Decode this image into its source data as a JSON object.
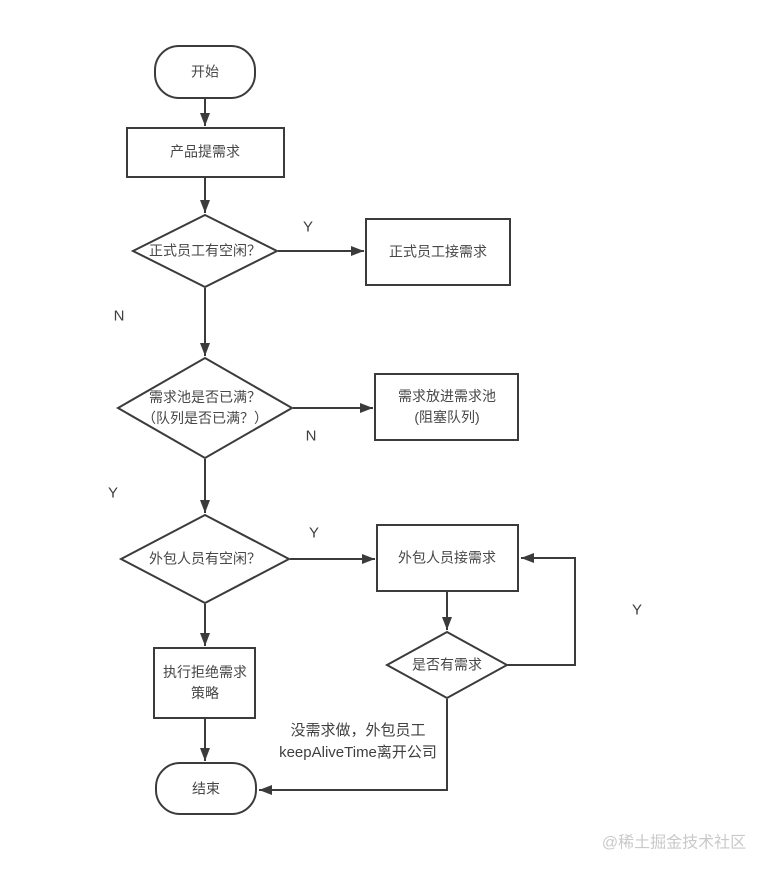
{
  "diagram": {
    "title_hint": "thread-pool analogy flowchart",
    "colors": {
      "stroke": "#3b3b3b",
      "text": "#474747",
      "watermark": "#c9c9c9",
      "background": "#ffffff"
    },
    "nodes": {
      "start": {
        "label": "开始"
      },
      "product": {
        "label": "产品提需求"
      },
      "formal_free": {
        "label": "正式员工有空闲？"
      },
      "formal_take": {
        "label": "正式员工接需求"
      },
      "pool_full": {
        "label": "需求池是否已满？\n（队列是否已满？）"
      },
      "pool_put": {
        "label": "需求放进需求池\n(阻塞队列)"
      },
      "outsource_free": {
        "label": "外包人员有空闲？"
      },
      "outsource_take": {
        "label": "外包人员接需求"
      },
      "has_demand": {
        "label": "是否有需求"
      },
      "reject": {
        "label": "执行拒绝需求\n策略"
      },
      "end": {
        "label": "结束"
      }
    },
    "edge_labels": {
      "formal_yes": "Y",
      "formal_no": "N",
      "pool_no": "N",
      "pool_yes": "Y",
      "outsource_yes": "Y",
      "loop_yes": "Y"
    },
    "annotation": "没需求做，外包员工\nkeepAliveTime离开公司",
    "watermark": "@稀土掘金技术社区"
  }
}
